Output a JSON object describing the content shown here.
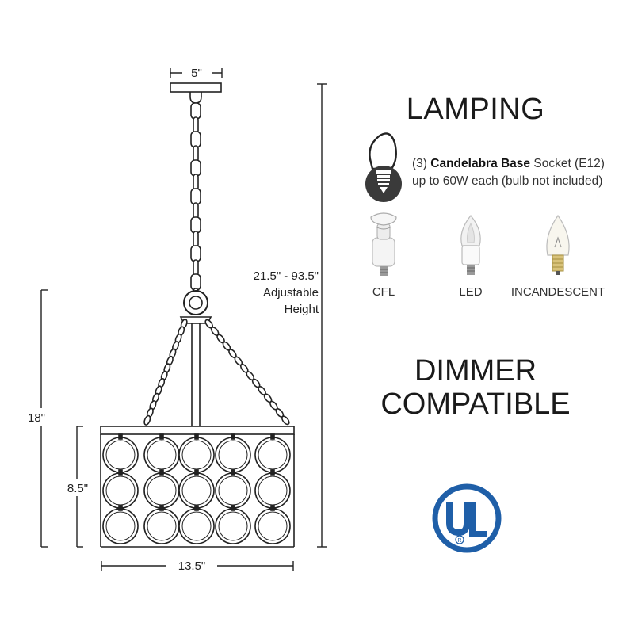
{
  "dimensions": {
    "canopy_width": "5\"",
    "adjustable_height_range": "21.5\" - 93.5\"",
    "adjustable_label_line1": "Adjustable",
    "adjustable_label_line2": "Height",
    "overall_height": "18\"",
    "shade_height": "8.5\"",
    "shade_width": "13.5\""
  },
  "lamping": {
    "title": "LAMPING",
    "socket_count": "(3)",
    "socket_type": "Candelabra Base",
    "socket_suffix": "Socket (E12)",
    "wattage": "up to 60W each (bulb not included)"
  },
  "bulbs": [
    {
      "label": "CFL",
      "icon": "cfl-bulb-icon"
    },
    {
      "label": "LED",
      "icon": "led-bulb-icon"
    },
    {
      "label": "INCANDESCENT",
      "icon": "incandescent-bulb-icon"
    }
  ],
  "dimmer": {
    "line1": "DIMMER",
    "line2": "COMPATIBLE"
  },
  "certification": {
    "icon": "ul-listed-logo",
    "brand_color": "#1f5fa8"
  },
  "colors": {
    "line": "#222222",
    "chrome": "#b8b8b8"
  }
}
